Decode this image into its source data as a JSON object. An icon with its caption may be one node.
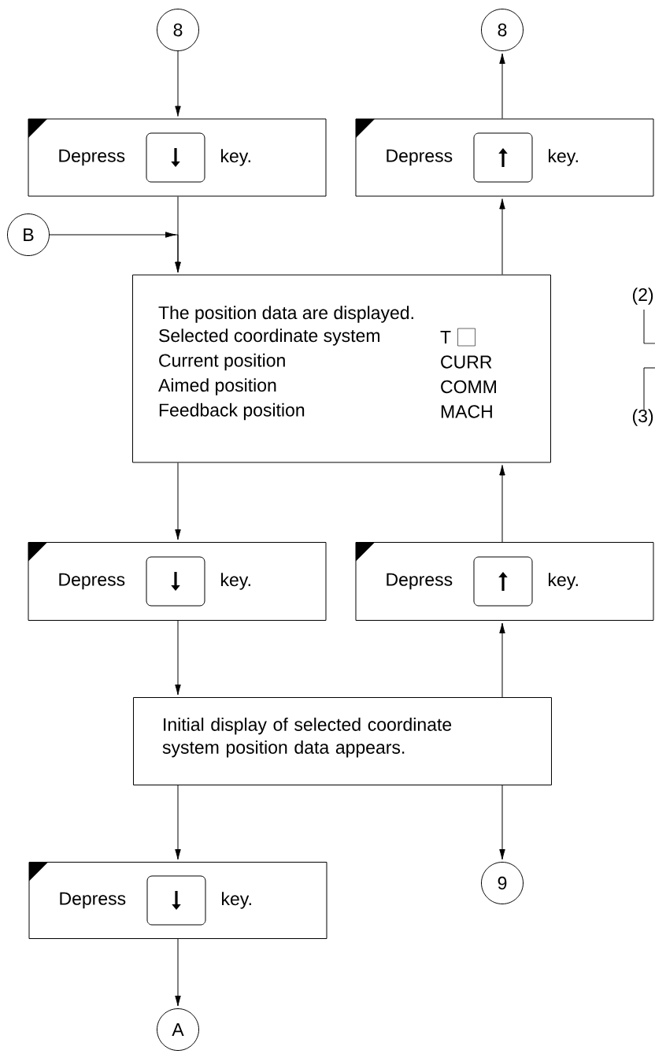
{
  "diagram": {
    "nodes": [
      {
        "text": [
          "8"
        ]
      },
      {
        "text": [
          "Depress",
          "key."
        ]
      },
      {
        "text": [
          "8"
        ]
      },
      {
        "text": [
          "Depress",
          "key."
        ]
      },
      {
        "text": [
          "B"
        ]
      },
      {
        "text": [
          "The position data are displayed.",
          "Selected coordinate system",
          "T",
          "Current position",
          "CURR",
          "Aimed position",
          "COMM",
          "Feedback position",
          "MACH"
        ]
      },
      {
        "text": [
          "Depress",
          "key."
        ]
      },
      {
        "text": [
          "Depress",
          "key."
        ]
      },
      {
        "text": [
          "Initial display of selected coordinate system position data appears."
        ]
      },
      {
        "text": [
          "9"
        ]
      },
      {
        "text": [
          "Depress",
          "key."
        ]
      },
      {
        "text": [
          "A"
        ]
      }
    ],
    "edges": [
      {
        "from": 0,
        "to": 1,
        "arrow": "to"
      },
      {
        "from": 1,
        "to": 5,
        "arrow": "to"
      },
      {
        "from": 4,
        "to": 5,
        "arrow": "to"
      },
      {
        "from": 5,
        "to": 3,
        "arrow": "to"
      },
      {
        "from": 3,
        "to": 2,
        "arrow": "to"
      },
      {
        "from": 5,
        "to": 6,
        "arrow": "to"
      },
      {
        "from": 6,
        "to": 8,
        "arrow": "to"
      },
      {
        "from": 7,
        "to": 5,
        "arrow": "to"
      },
      {
        "from": 8,
        "to": 7,
        "arrow": "to"
      },
      {
        "from": 8,
        "to": 10,
        "arrow": "to"
      },
      {
        "from": 8,
        "to": 9,
        "arrow": "to"
      },
      {
        "from": 10,
        "to": 11,
        "arrow": "to"
      }
    ],
    "labels": [
      "(2)",
      "(3)"
    ]
  }
}
